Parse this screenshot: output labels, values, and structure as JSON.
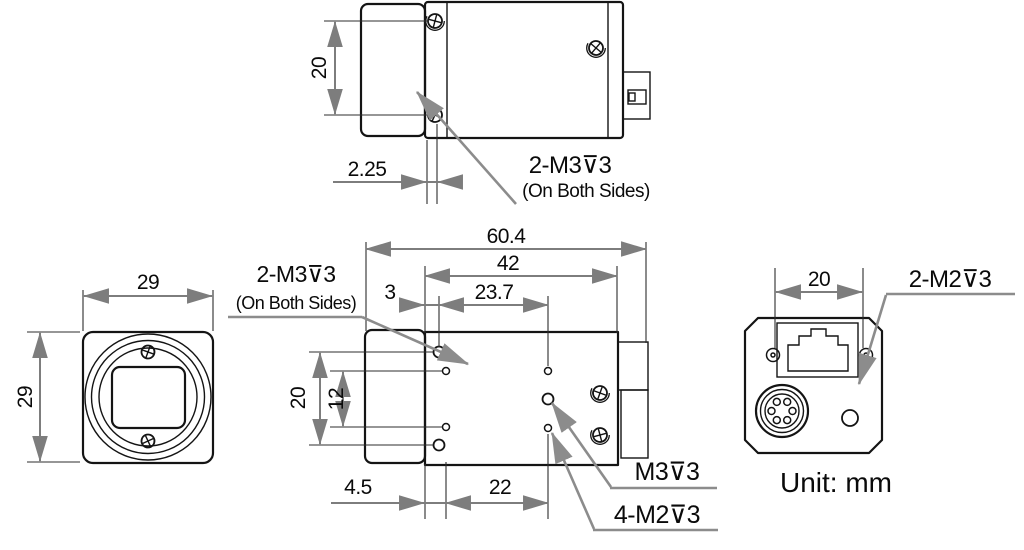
{
  "drawing": {
    "unit_note": "Unit: mm",
    "top_view": {
      "screw_spacing": "20",
      "screw_offset": "2.25",
      "screw_label": "2-M3⊽3",
      "screw_note": "(On Both Sides)"
    },
    "side_view": {
      "total_length": "60.4",
      "body_length": "42",
      "hole_span": "23.7",
      "hole_offset": "3",
      "screw_spacing": "20",
      "hole_spacing": "12",
      "front_hole_offset": "4.5",
      "hole_pitch": "22",
      "side_screw_label": "2-M3⊽3",
      "side_screw_note": "(On Both Sides)",
      "center_hole_label": "M3⊽3",
      "corner_hole_label": "4-M2⊽3"
    },
    "front_view": {
      "width": "29",
      "height": "29"
    },
    "back_view": {
      "screw_spacing": "20",
      "screw_label": "2-M2⊽3"
    }
  }
}
